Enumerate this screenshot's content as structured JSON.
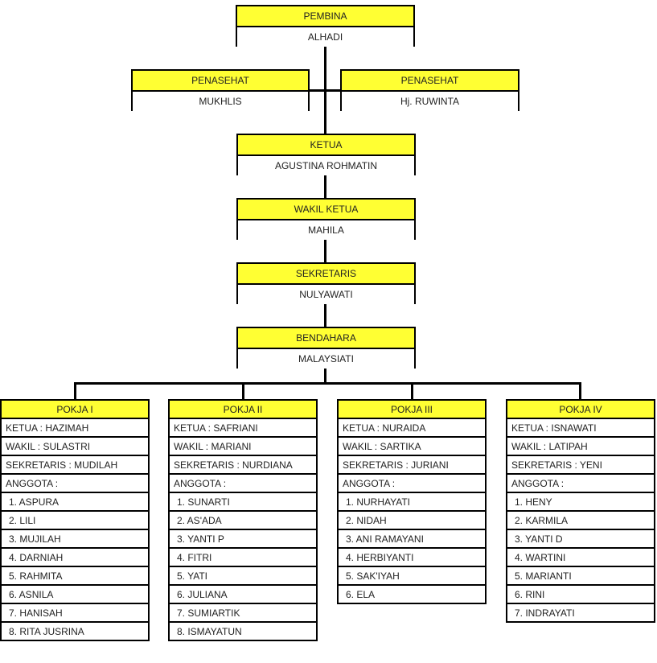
{
  "pembina": {
    "title": "PEMBINA",
    "name": "ALHADI"
  },
  "penasehat_left": {
    "title": "PENASEHAT",
    "name": "MUKHLIS"
  },
  "penasehat_right": {
    "title": "PENASEHAT",
    "name": "Hj. RUWINTA"
  },
  "ketua": {
    "title": "KETUA",
    "name": "AGUSTINA ROHMATIN"
  },
  "wakil_ketua": {
    "title": "WAKIL KETUA",
    "name": "MAHILA"
  },
  "sekretaris": {
    "title": "SEKRETARIS",
    "name": "NULYAWATI"
  },
  "bendahara": {
    "title": "BENDAHARA",
    "name": "MALAYSIATI"
  },
  "pokja": [
    {
      "title": "POKJA I",
      "ketua": "KETUA : HAZIMAH",
      "wakil": "WAKIL : SULASTRI",
      "sekretaris": "SEKRETARIS : MUDILAH",
      "anggota_label": "ANGGOTA :",
      "members": [
        "1. ASPURA",
        "2. LILI",
        "3. MUJILAH",
        "4. DARNIAH",
        "5. RAHMITA",
        "6. ASNILA",
        "7. HANISAH",
        "8. RITA JUSRINA"
      ]
    },
    {
      "title": "POKJA II",
      "ketua": "KETUA : SAFRIANI",
      "wakil": "WAKIL : MARIANI",
      "sekretaris": "SEKRETARIS : NURDIANA",
      "anggota_label": "ANGGOTA :",
      "members": [
        "1. SUNARTI",
        "2. AS'ADA",
        "3. YANTI P",
        "4. FITRI",
        "5. YATI",
        "6. JULIANA",
        "7. SUMIARTIK",
        "8. ISMAYATUN"
      ]
    },
    {
      "title": "POKJA III",
      "ketua": "KETUA : NURAIDA",
      "wakil": "WAKIL : SARTIKA",
      "sekretaris": "SEKRETARIS : JURIANI",
      "anggota_label": "ANGGOTA :",
      "members": [
        "1. NURHAYATI",
        "2. NIDAH",
        "3. ANI RAMAYANI",
        "4. HERBIYANTI",
        "5. SAK'IYAH",
        "6. ELA"
      ]
    },
    {
      "title": "POKJA IV",
      "ketua": "KETUA : ISNAWATI",
      "wakil": "WAKIL : LATIPAH",
      "sekretaris": "SEKRETARIS : YENI",
      "anggota_label": "ANGGOTA :",
      "members": [
        "1. HENY",
        "2. KARMILA",
        "3. YANTI D",
        "4. WARTINI",
        "5. MARIANTI",
        "6. RINI",
        "7. INDRAYATI"
      ]
    }
  ]
}
